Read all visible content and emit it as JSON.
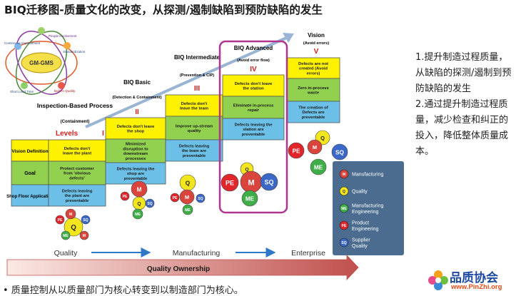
{
  "title": "BIQ迁移图-质量文化的改变，从探测/遏制缺陷到预防缺陷的发生",
  "sidebar": {
    "point1": "1.提升制造过程质量，从缺陷的探测/遏制到预防缺陷的发生",
    "point2": "2.通过提升制造过程质量，减少检查和纠正的投入，降低整体质量成本。"
  },
  "bottom_note": "• 质量控制从以质量部门为核心转变到以制造部门为核心。",
  "brand": {
    "name": "品质协会",
    "url": "www.PinZhi.org"
  },
  "gms_wheel": {
    "center": "GM-GMS",
    "labels": [
      "People Involvement",
      "Continuous Improvement",
      "Standardization",
      "Short Lead Time",
      "Built-In Quality"
    ]
  },
  "row_labels": {
    "vision": "Vision Definition",
    "goal": "Goal",
    "shop": "Shop Floor Application"
  },
  "levels_label": "Levels",
  "stages": [
    {
      "title": "Inspection-Based Process",
      "sub": "(Containment)",
      "numeral": "I",
      "vision": "Defects don't leave the plant",
      "goal": "Protect customer from 'obvious defects'",
      "shop": "Defects leaving the plant are preventable"
    },
    {
      "title": "BIQ Basic",
      "sub": "(Detection & Containment)",
      "numeral": "II",
      "vision": "Defects don't leave the shop",
      "goal": "Minimized disruption to downstream processes",
      "shop": "Defects leaving the shop are preventable"
    },
    {
      "title": "BIQ Intermediate",
      "sub": "(Prevention & CIP)",
      "numeral": "III",
      "vision": "Defects don't leave the team",
      "goal": "Improve up-stream quality",
      "shop": "Defects leaving the team are preventable"
    },
    {
      "title": "BIQ Advanced",
      "sub": "(Avoid error flow)",
      "numeral": "IV",
      "vision": "Defects don't leave the station",
      "goal": "Eliminate in-process repair",
      "shop": "Defects leaving the station are preventable"
    },
    {
      "title": "Vision",
      "sub": "(Avoid errors)",
      "numeral": "V",
      "vision": "Defects are not created (Avoid errors)",
      "goal": "Zero in-process waste",
      "shop": "The creation of Defects are preventable"
    }
  ],
  "legend": [
    {
      "letter": "M",
      "label": "Manufacturing",
      "color": "#d9453c"
    },
    {
      "letter": "Q",
      "label": "Quality",
      "color": "#f3e61c"
    },
    {
      "letter": "ME",
      "label": "Manufacturing Engineering",
      "color": "#3fae49"
    },
    {
      "letter": "PE",
      "label": "Product Engineering",
      "color": "#e0262b"
    },
    {
      "letter": "SQ",
      "label": "Supplier Quality",
      "color": "#3b67c6"
    }
  ],
  "phases": [
    "Quality",
    "Manufacturing",
    "Enterprise"
  ],
  "ownership_label": "Quality Ownership",
  "colors": {
    "vision_fill": "#fff200",
    "goal_fill": "#92d050",
    "shop_fill": "#6cc0e8",
    "highlight": "#b0358c",
    "arrow": "#c0504d",
    "legend_bg": "#4b6c8f"
  }
}
